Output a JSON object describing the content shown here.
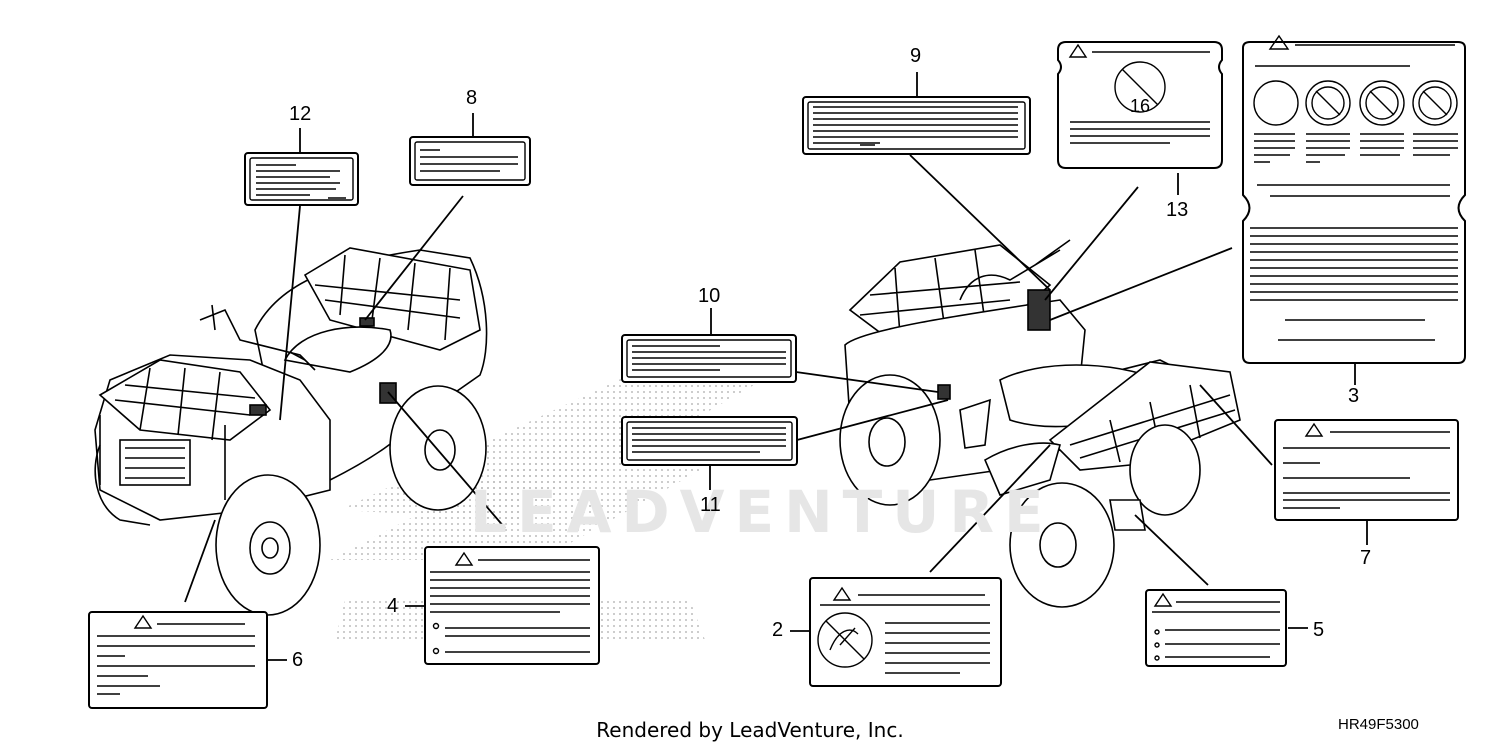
{
  "watermark": "LEADVENTURE",
  "callouts": {
    "c1": "2",
    "c2": "3",
    "c3": "4",
    "c4": "5",
    "c5": "6",
    "c6": "7",
    "c7": "8",
    "c8": "9",
    "c9": "10",
    "c10": "11",
    "c11": "12",
    "c12": "13"
  },
  "footer": {
    "rendered_by": "Rendered by LeadVenture, Inc.",
    "diagram_code": "HR49F5300"
  },
  "label_13_icon_text": "16"
}
